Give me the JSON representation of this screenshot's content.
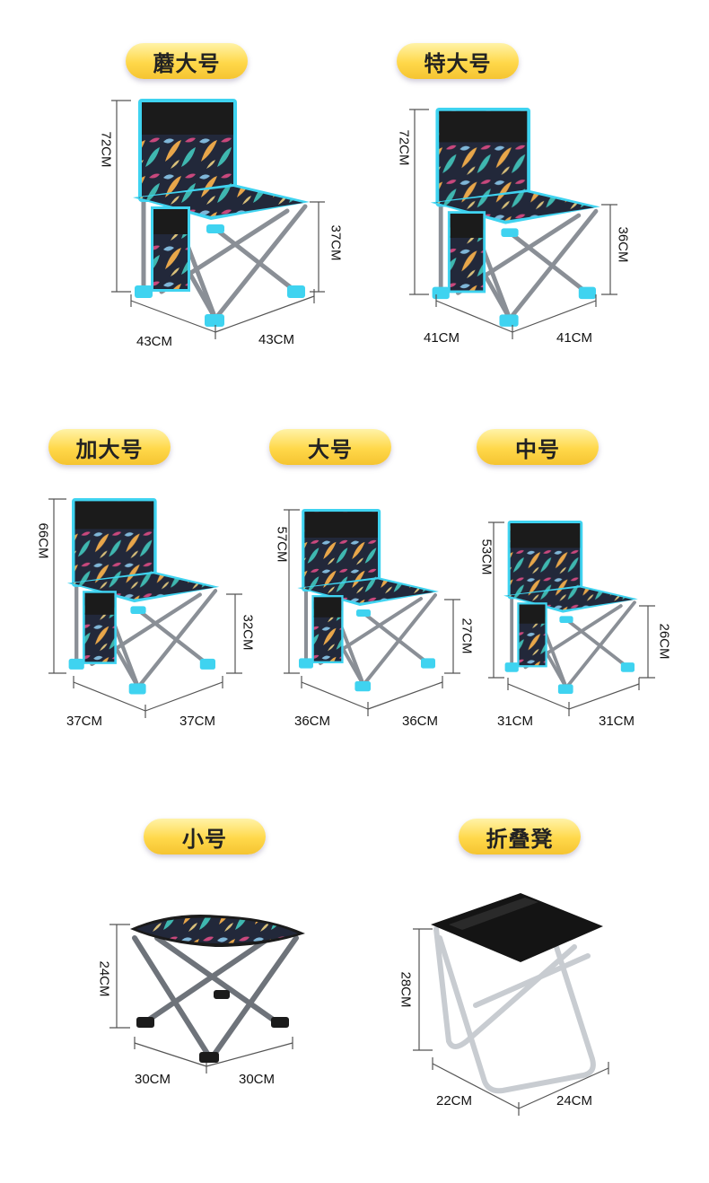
{
  "colors": {
    "pill_top": "#fff3a8",
    "pill_bottom": "#f5c431",
    "frame": "#8a8f96",
    "accent": "#3fd3f0",
    "black_fabric": "#1b1b1b",
    "leaf_orange": "#e8a64a",
    "leaf_teal": "#3fb7b0",
    "leaf_pink": "#c9487d"
  },
  "products": [
    {
      "label": "蘑大号",
      "height": "72CM",
      "seat": "37CM",
      "depth": "43CM",
      "width": "43CM",
      "icon": "folding-camp-chair"
    },
    {
      "label": "特大号",
      "height": "72CM",
      "seat": "36CM",
      "depth": "41CM",
      "width": "41CM",
      "icon": "folding-camp-chair"
    },
    {
      "label": "加大号",
      "height": "66CM",
      "seat": "32CM",
      "depth": "37CM",
      "width": "37CM",
      "icon": "folding-camp-chair"
    },
    {
      "label": "大号",
      "height": "57CM",
      "seat": "27CM",
      "depth": "36CM",
      "width": "36CM",
      "icon": "folding-camp-chair"
    },
    {
      "label": "中号",
      "height": "53CM",
      "seat": "26CM",
      "depth": "31CM",
      "width": "31CM",
      "icon": "folding-camp-chair"
    },
    {
      "label": "小号",
      "height": "24CM",
      "depth": "30CM",
      "width": "30CM",
      "icon": "folding-stool"
    },
    {
      "label": "折叠凳",
      "height": "28CM",
      "depth": "22CM",
      "width": "24CM",
      "icon": "folding-stool-black"
    }
  ]
}
